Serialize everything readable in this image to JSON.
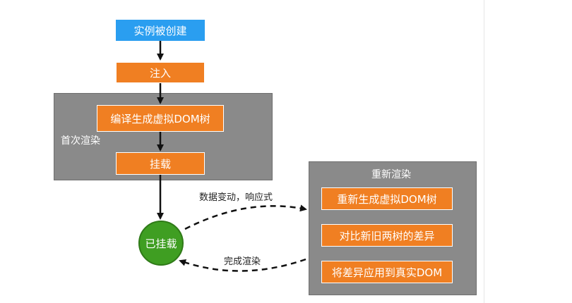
{
  "nodes": {
    "created": "实例被创建",
    "inject": "注入",
    "compile": "编译生成虚拟DOM树",
    "mount": "挂载",
    "mounted": "已挂载",
    "regenerate": "重新生成虚拟DOM树",
    "diff": "对比新旧两树的差异",
    "apply": "将差异应用到真实DOM"
  },
  "panels": {
    "first_render": "首次渲染",
    "rerender": "重新渲染"
  },
  "edges": {
    "data_change": "数据变动，响应式",
    "render_done": "完成渲染"
  },
  "colors": {
    "blue": "#2a9ef0",
    "orange": "#f07f22",
    "gray_panel": "#8a8a8a",
    "green": "#3f9e22"
  }
}
